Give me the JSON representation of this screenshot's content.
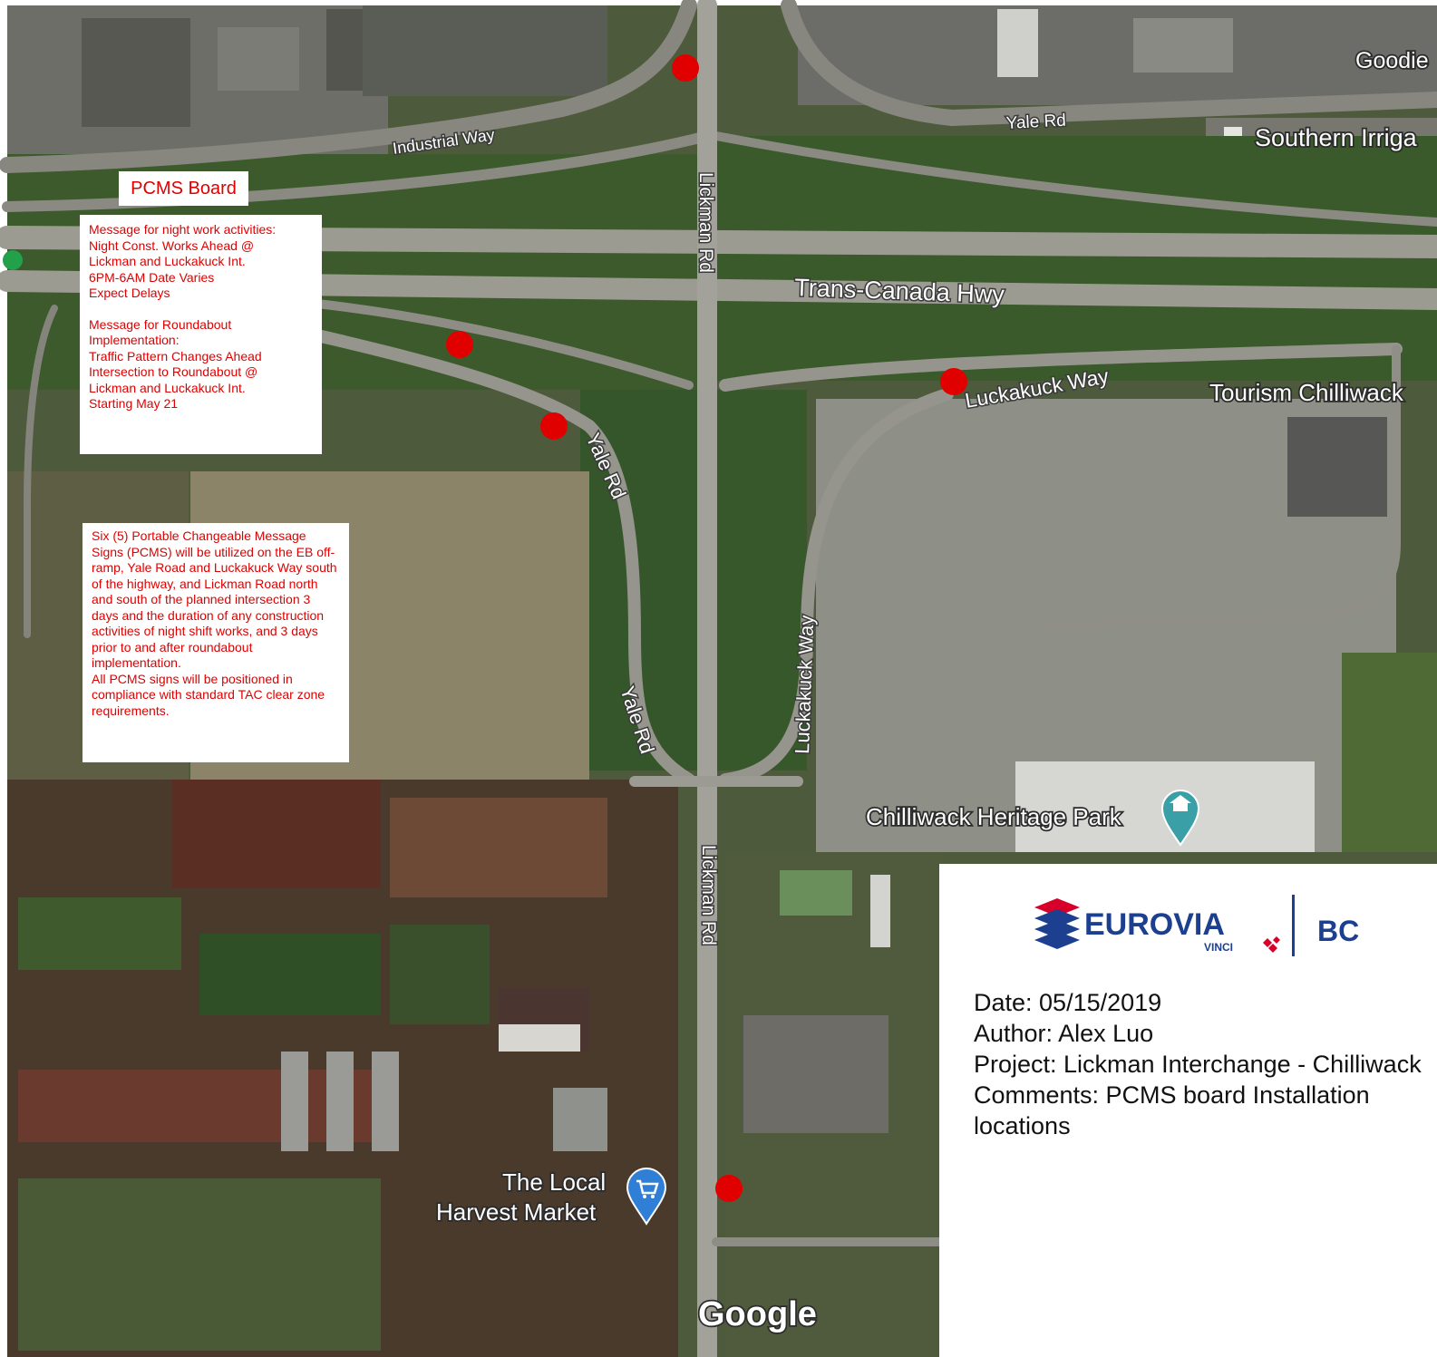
{
  "map": {
    "roads": {
      "industrial_way": "Industrial Way",
      "yale_rd_north": "Yale Rd",
      "lickman_rd_north": "Lickman Rd",
      "trans_canada": "Trans-Canada Hwy",
      "luckakuck_way_east": "Luckakuck Way",
      "yale_rd_mid": "Yale Rd",
      "luckakuck_way_south": "Luckakuck Way",
      "yale_rd_south": "Yale Rd",
      "lickman_rd_south": "Lickman Rd"
    },
    "places": {
      "goodie": "Goodie",
      "southern_irriga": "Southern Irriga",
      "tourism_chilliwack": "Tourism Chilliwack",
      "heritage_park": "Chilliwack Heritage Park",
      "local_harvest_line1": "The Local",
      "local_harvest_line2": "Harvest Market"
    },
    "attribution": "Google",
    "marker_color": "#e00000"
  },
  "pcms_title": "PCMS Board",
  "note_messages": {
    "night_work": "Message for night work activities:\nNight Const. Works Ahead @\nLickman and Luckakuck Int.\n6PM-6AM Date Varies\nExpect Delays",
    "roundabout": "Message for Roundabout\nImplementation:\nTraffic Pattern Changes Ahead\nIntersection to Roundabout @\nLickman and Luckakuck Int.\nStarting May 21"
  },
  "note_description": "Six (5) Portable Changeable Message Signs (PCMS) will be utilized on the EB off-ramp, Yale Road and Luckakuck Way south of the highway, and Lickman Road north and south of the planned intersection 3 days and the duration of any construction activities of night shift works, and 3 days prior to and after roundabout implementation.\nAll PCMS signs will be positioned in compliance with standard TAC clear zone requirements.",
  "logo": {
    "brand": "EUROVIA",
    "sub": "VINCI",
    "region": "BC",
    "brand_color": "#1d3f8f",
    "accent_color": "#d6002a"
  },
  "info": {
    "date": "Date: 05/15/2019",
    "author": "Author: Alex Luo",
    "project": "Project: Lickman Interchange - Chilliwack",
    "comments": "Comments: PCMS board Installation locations"
  }
}
